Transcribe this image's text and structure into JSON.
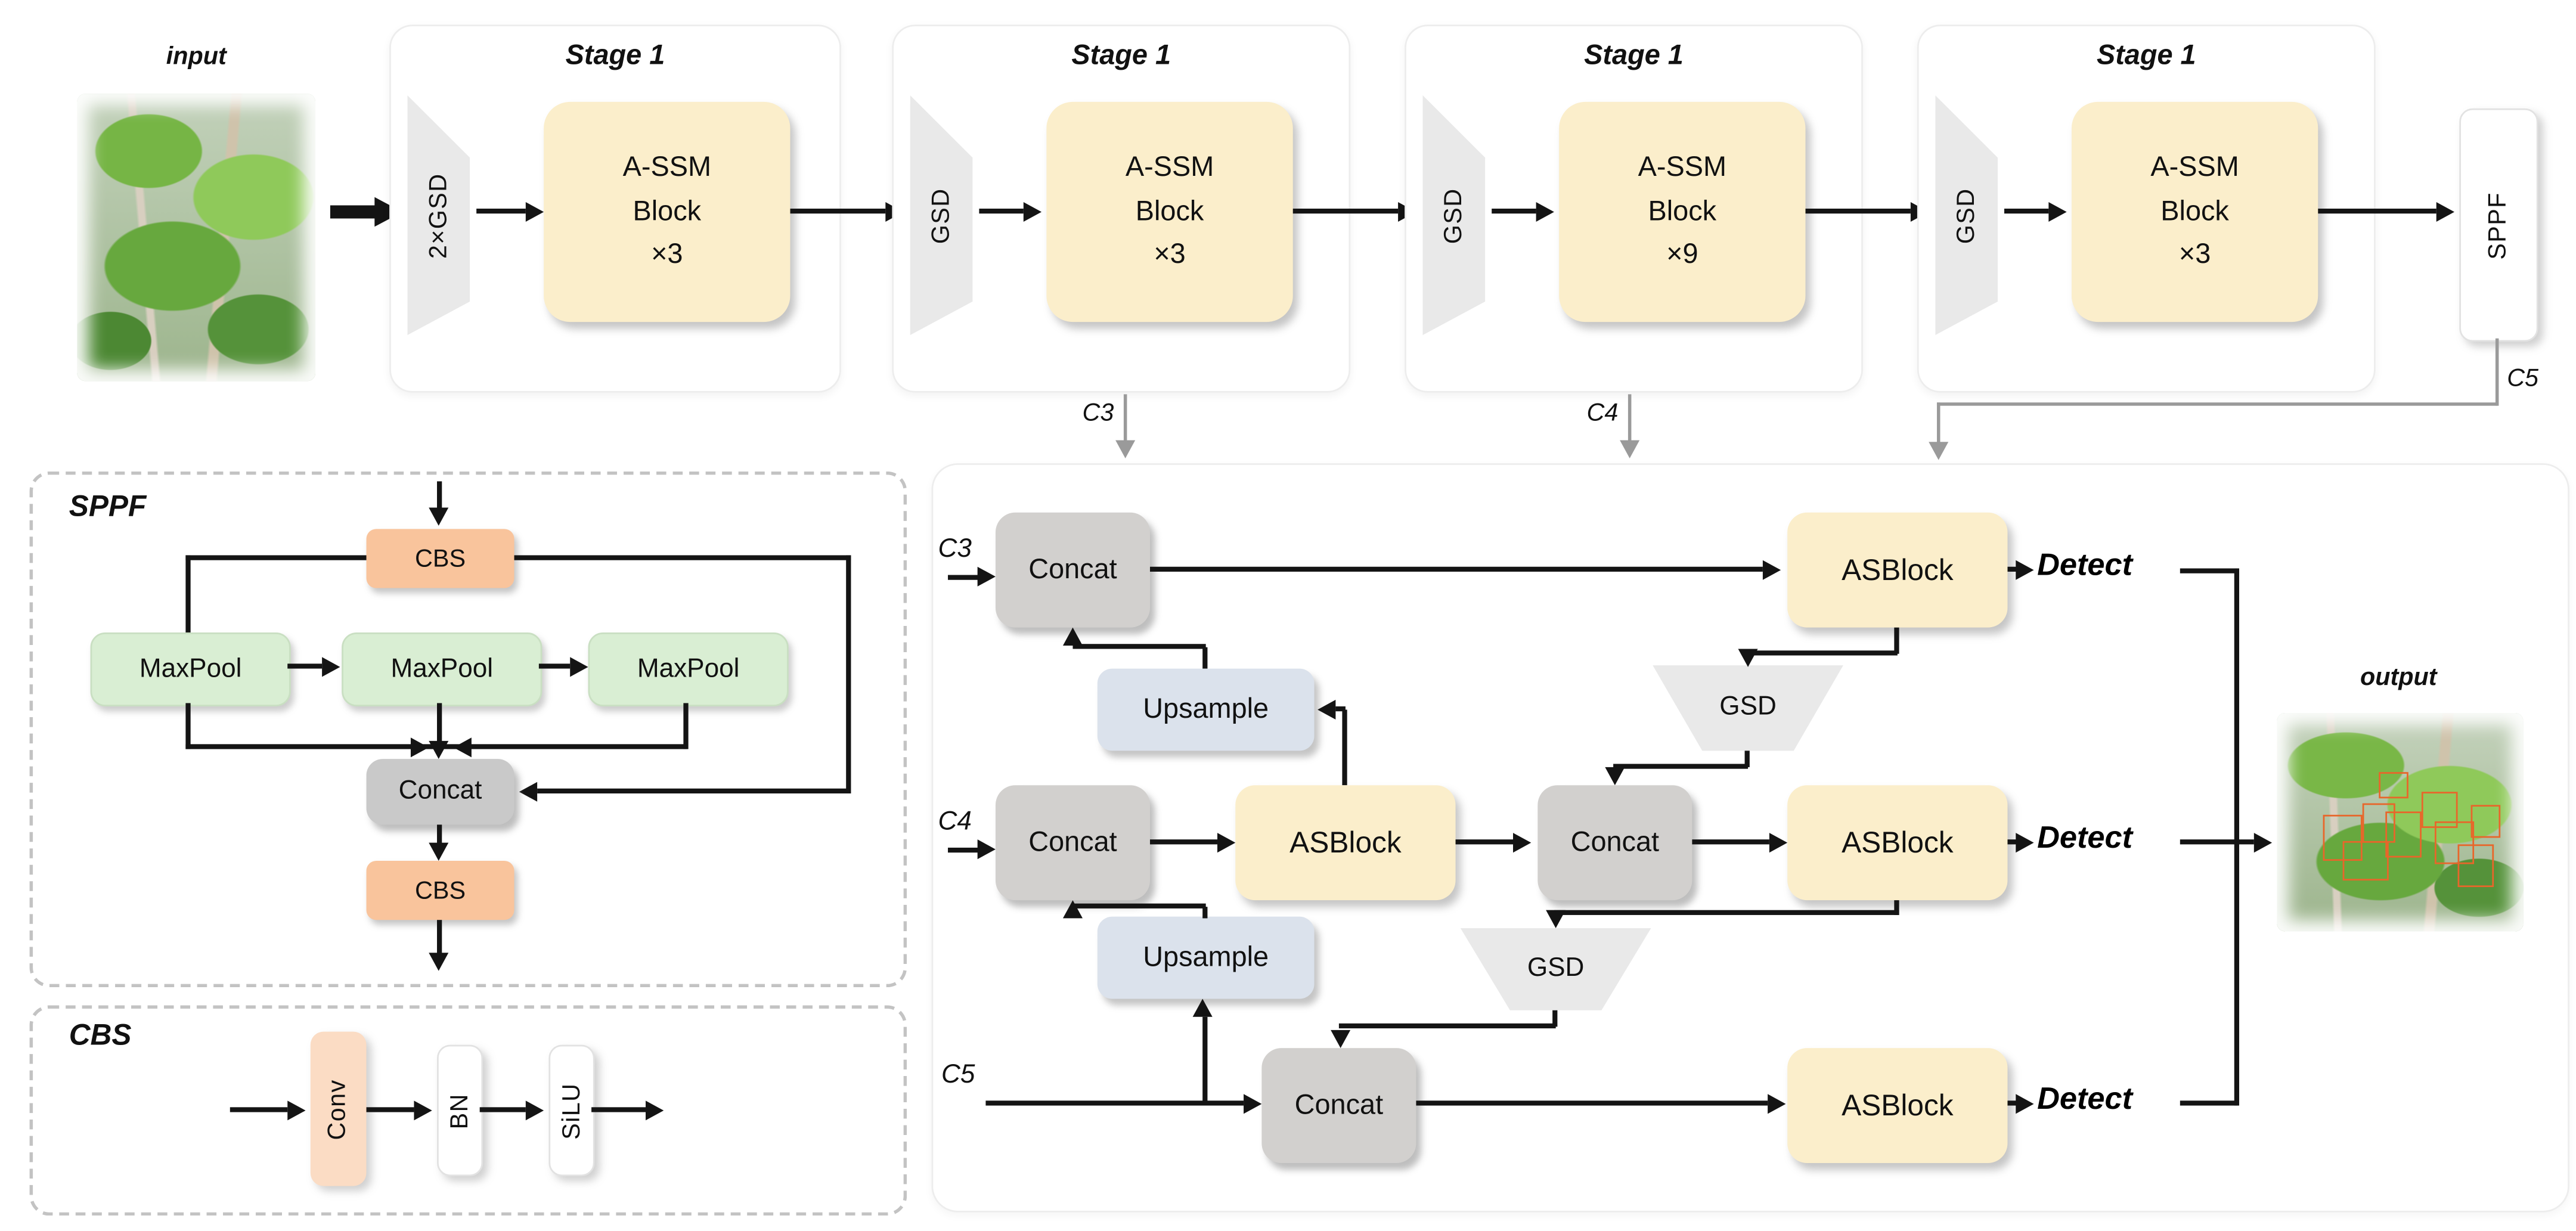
{
  "io": {
    "input_label": "input",
    "output_label": "output"
  },
  "backbone": {
    "stages": [
      {
        "title": "Stage 1",
        "downsample": "2×GSD",
        "block_line1": "A-SSM",
        "block_line2": "Block",
        "block_line3": "×3"
      },
      {
        "title": "Stage 1",
        "downsample": "GSD",
        "block_line1": "A-SSM",
        "block_line2": "Block",
        "block_line3": "×3"
      },
      {
        "title": "Stage 1",
        "downsample": "GSD",
        "block_line1": "A-SSM",
        "block_line2": "Block",
        "block_line3": "×9"
      },
      {
        "title": "Stage 1",
        "downsample": "GSD",
        "block_line1": "A-SSM",
        "block_line2": "Block",
        "block_line3": "×3"
      }
    ],
    "sppf_label": "SPPF",
    "taps": {
      "c3": "C3",
      "c4": "C4",
      "c5": "C5"
    }
  },
  "neck": {
    "row_labels": {
      "c3": "C3",
      "c4": "C4",
      "c5": "C5"
    },
    "concat_label": "Concat",
    "upsample_label": "Upsample",
    "asblock_label": "ASBlock",
    "gsd_label": "GSD",
    "detect_label": "Detect"
  },
  "sppf_panel": {
    "title": "SPPF",
    "cbs_label": "CBS",
    "maxpool_label": "MaxPool",
    "concat_label": "Concat"
  },
  "cbs_panel": {
    "title": "CBS",
    "conv_label": "Conv",
    "bn_label": "BN",
    "silu_label": "SiLU"
  },
  "colors": {
    "assm_block_fill": "#fbeecb",
    "concat_fill": "#d2d0ce",
    "sppf_concat_fill": "#c9c9c9",
    "upsample_fill": "#dbe2ec",
    "maxpool_fill": "#d9eed3",
    "cbs_fill": "#f9c49c",
    "conv_fill": "#fbdcc4",
    "gsd_fill": "#e9e9e9",
    "line": "#141414",
    "tap_gray": "#9a9a9a",
    "detection_box": "#e8662a"
  }
}
